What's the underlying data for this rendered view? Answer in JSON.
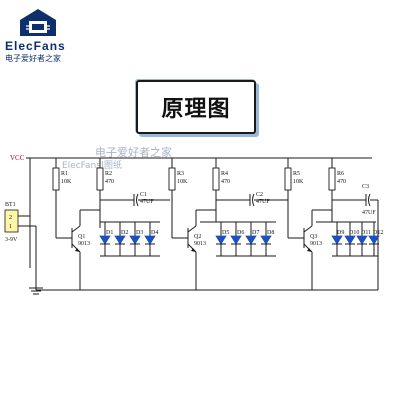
{
  "brand": {
    "name": "ElecFans",
    "tagline": "电子爱好者之家",
    "logo_icon": "house-chip-logo"
  },
  "title": "原理图",
  "watermark": {
    "line1": "电子爱好者之家",
    "line2": "ElecFans|图纸"
  },
  "schematic": {
    "vcc": "VCC",
    "battery": {
      "ref": "BT1",
      "voltage": "3-9V",
      "pins": [
        "2",
        "1"
      ]
    },
    "stages": [
      {
        "r_load": {
          "ref": "R1",
          "value": "10K"
        },
        "r_coll": {
          "ref": "R2",
          "value": "470"
        },
        "cap": {
          "ref": "C1",
          "value": "47UF"
        },
        "transistor": {
          "ref": "Q1",
          "part": "9013"
        },
        "leds": [
          "D1",
          "D2",
          "D3",
          "D4"
        ]
      },
      {
        "r_load": {
          "ref": "R3",
          "value": "10K"
        },
        "r_coll": {
          "ref": "R4",
          "value": "470"
        },
        "cap": {
          "ref": "C2",
          "value": "47UF"
        },
        "transistor": {
          "ref": "Q2",
          "part": "9013"
        },
        "leds": [
          "D5",
          "D6",
          "D7",
          "D8"
        ]
      },
      {
        "r_load": {
          "ref": "R5",
          "value": "10K"
        },
        "r_coll": {
          "ref": "R6",
          "value": "470"
        },
        "cap": {
          "ref": "C3",
          "value": "47UF"
        },
        "transistor": {
          "ref": "Q3",
          "part": "9013"
        },
        "leds": [
          "D9",
          "D10",
          "D11",
          "D12"
        ]
      }
    ]
  },
  "colors": {
    "brand": "#0d2f6e",
    "led": "#1e4fc2",
    "wire": "#1a1a1a",
    "vcc_label": "#cc0000"
  }
}
